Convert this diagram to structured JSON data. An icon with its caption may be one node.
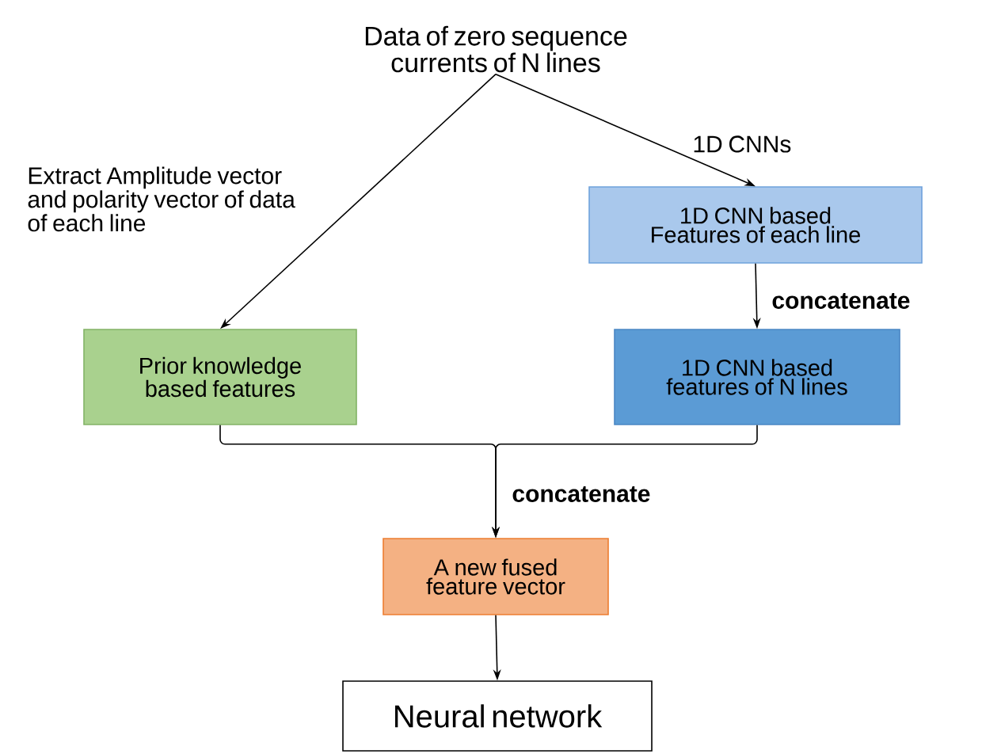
{
  "diagram": {
    "nodes": [
      {
        "text": [
          "Data of zero sequence currents of N lines"
        ]
      },
      {
        "text": [
          "1D CNN based Features of each line"
        ]
      },
      {
        "text": [
          "Prior knowledge based features"
        ]
      },
      {
        "text": [
          "1D CNN based features of N lines"
        ]
      },
      {
        "text": [
          "A new fused feature vector"
        ]
      },
      {
        "text": [
          "Neural network"
        ]
      }
    ],
    "edges": [
      {
        "from": 0,
        "to": 2,
        "arrow": "to",
        "label": "Extract Amplitude vector and polarity vector of data of each line"
      },
      {
        "from": 0,
        "to": 1,
        "arrow": "to",
        "label": "1D CNNs"
      },
      {
        "from": 1,
        "to": 3,
        "arrow": "to",
        "label": "concatenate"
      },
      {
        "from": 2,
        "to": 4,
        "arrow": "to",
        "label": "concatenate"
      },
      {
        "from": 3,
        "to": 4,
        "arrow": "to"
      },
      {
        "from": 4,
        "to": 5,
        "arrow": "to"
      }
    ]
  }
}
